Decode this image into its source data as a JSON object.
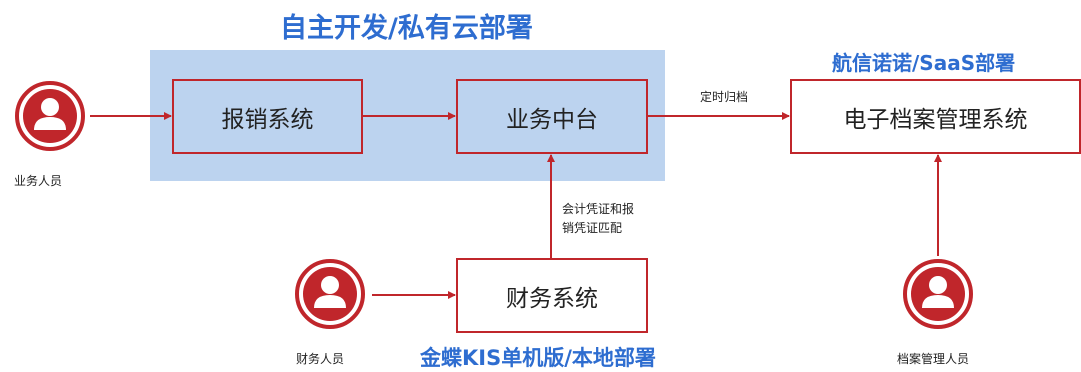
{
  "titles": {
    "main": "自主开发/私有云部署",
    "saas": "航信诺诺/SaaS部署",
    "kis": "金蝶KIS单机版/本地部署"
  },
  "boxes": {
    "reimbursement": "报销系统",
    "middle_platform": "业务中台",
    "archive": "电子档案管理系统",
    "finance": "财务系统"
  },
  "actors": {
    "business": "业务人员",
    "finance": "财务人员",
    "archive": "档案管理人员"
  },
  "edge_labels": {
    "scheduled_archive": "定时归档",
    "voucher_line1": "会计凭证和报",
    "voucher_line2": "销凭证匹配"
  },
  "colors": {
    "accent_red": "#c0262b",
    "title_blue": "#2e6dd0",
    "zone_blue": "#bcd3ef"
  },
  "icons": [
    "person-icon"
  ]
}
